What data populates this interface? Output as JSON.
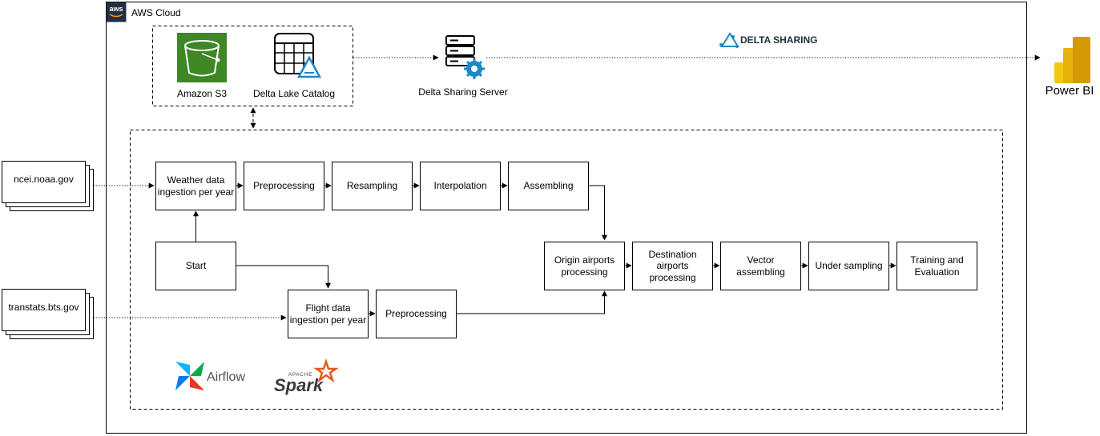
{
  "aws_cloud": {
    "label": "AWS Cloud",
    "logo_text": "aws"
  },
  "storage": {
    "s3_label": "Amazon S3",
    "catalog_label": "Delta Lake Catalog"
  },
  "sharing": {
    "server_label": "Delta Sharing Server",
    "brand_text": "DELTA SHARING",
    "brand_color": "#1b3139"
  },
  "consumer": {
    "label": "Power BI"
  },
  "sources": [
    {
      "label": "ncei.noaa.gov"
    },
    {
      "label": "transtats.bts.gov"
    }
  ],
  "pipeline": {
    "start": "Start",
    "weather": {
      "ingest": [
        "Weather data",
        "ingestion per year"
      ],
      "preprocessing": "Preprocessing",
      "resampling": "Resampling",
      "interpolation": "Interpolation",
      "assembling": "Assembling"
    },
    "flight": {
      "ingest": [
        "Flight data",
        "ingestion per year"
      ],
      "preprocessing": "Preprocessing"
    },
    "merge": {
      "origin": [
        "Origin airports",
        "processing"
      ],
      "destination": [
        "Destination",
        "airports",
        "processing"
      ],
      "vector": [
        "Vector",
        "assembling"
      ],
      "undersampling": "Under sampling",
      "training": [
        "Training and",
        "Evaluation"
      ]
    }
  },
  "tools": {
    "airflow_label": "Airflow",
    "spark_label": "Spark",
    "spark_small": "APACHE"
  },
  "colors": {
    "s3_green": "#3f8624",
    "spark_orange": "#e25a1c",
    "powerbi_yellow": "#f2c811",
    "server_blue": "#1e88c8",
    "airflow_blue": "#017cee",
    "airflow_green": "#00ad46",
    "airflow_teal": "#0cb6ff",
    "airflow_red": "#e43921"
  }
}
